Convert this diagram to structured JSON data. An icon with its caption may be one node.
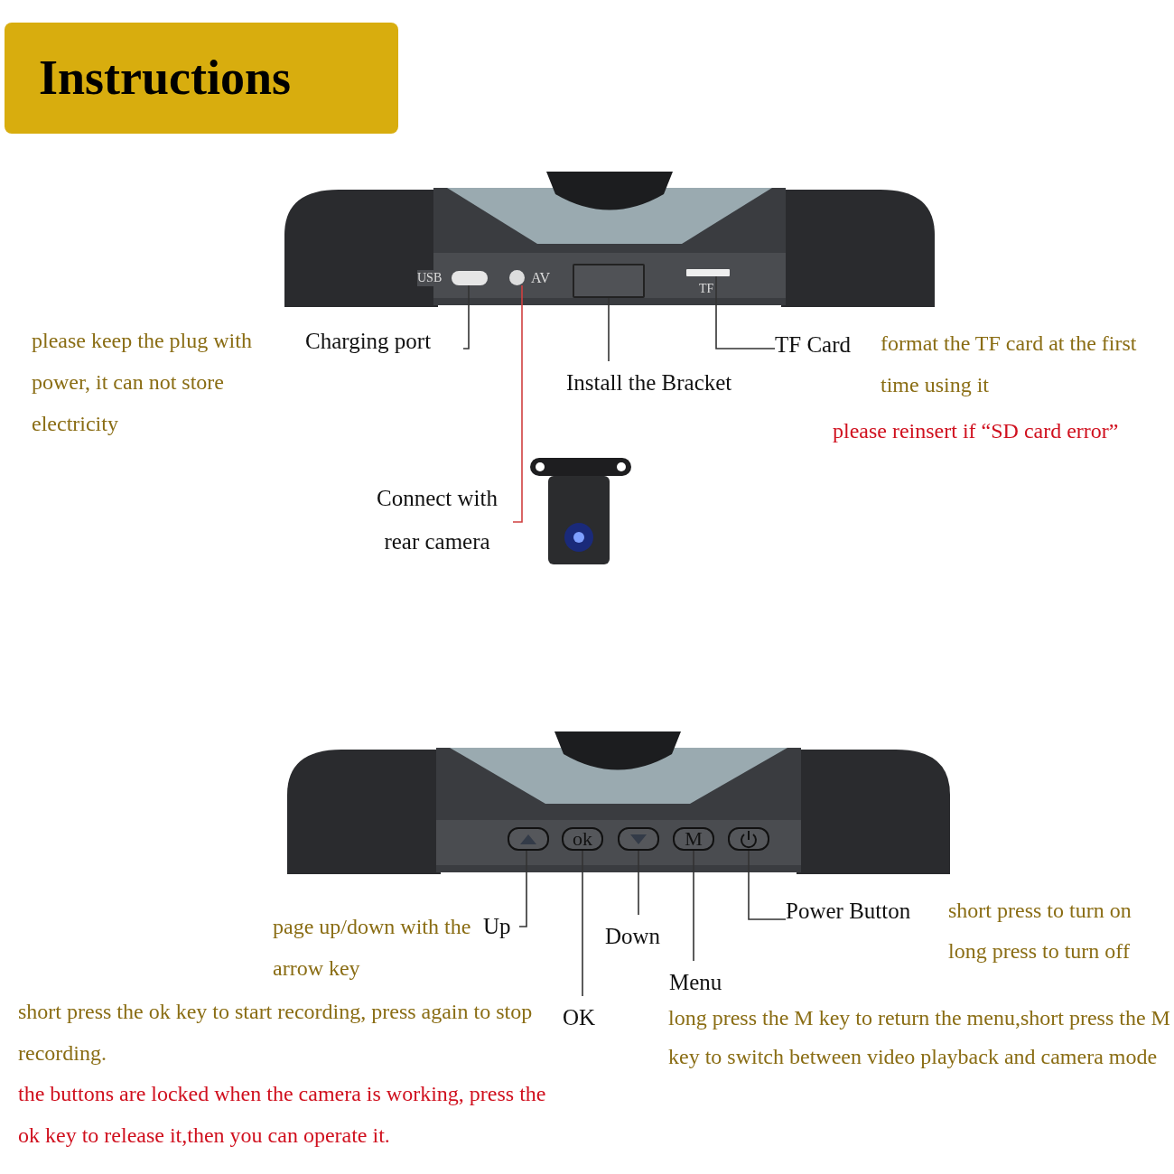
{
  "diagram": {
    "title": "Instructions",
    "nodes": [
      {
        "text": [
          "Charging port"
        ]
      },
      {
        "text": [],
        "shape": "box"
      },
      {
        "text": [
          "Connect with rear camera"
        ]
      },
      {
        "text": [],
        "shape": "circle"
      },
      {
        "text": [
          "Install the Bracket"
        ]
      },
      {
        "text": [],
        "shape": "box"
      },
      {
        "text": [
          "TF Card"
        ]
      },
      {
        "text": [],
        "shape": "box"
      },
      {
        "text": [
          "Up"
        ]
      },
      {
        "text": [],
        "shape": "box"
      },
      {
        "text": [
          "OK"
        ]
      },
      {
        "text": [
          "ok"
        ]
      },
      {
        "text": [
          "Down"
        ]
      },
      {
        "text": [],
        "shape": "box"
      },
      {
        "text": [
          "Menu"
        ]
      },
      {
        "text": [
          "M"
        ]
      },
      {
        "text": [
          "Power Button"
        ]
      },
      {
        "text": [],
        "shape": "box"
      }
    ],
    "edges": [
      {
        "from": 0,
        "to": 1,
        "arrow": "none"
      },
      {
        "from": 2,
        "to": 3,
        "arrow": "none",
        "color": "#d04040"
      },
      {
        "from": 4,
        "to": 5,
        "arrow": "none"
      },
      {
        "from": 6,
        "to": 7,
        "arrow": "none"
      },
      {
        "from": 8,
        "to": 9,
        "arrow": "none"
      },
      {
        "from": 10,
        "to": 11,
        "arrow": "none"
      },
      {
        "from": 12,
        "to": 13,
        "arrow": "none"
      },
      {
        "from": 14,
        "to": 15,
        "arrow": "none"
      },
      {
        "from": 16,
        "to": 17,
        "arrow": "none"
      }
    ],
    "labels": [
      "USB",
      "AV",
      "TF",
      "please keep the plug with power, it can not store electricity",
      "format the TF card at the first time using it",
      "please reinsert if “SD card error”",
      "page up/down with the arrow key",
      "short press to turn on",
      "long press to turn off",
      "short press the ok key to start recording, press again to stop recording.",
      "the buttons are locked when the camera is working, press the ok key to release it,then you can operate it.",
      "long press the M key to return the menu,short press the M key to switch between video playback and camera mode"
    ]
  }
}
